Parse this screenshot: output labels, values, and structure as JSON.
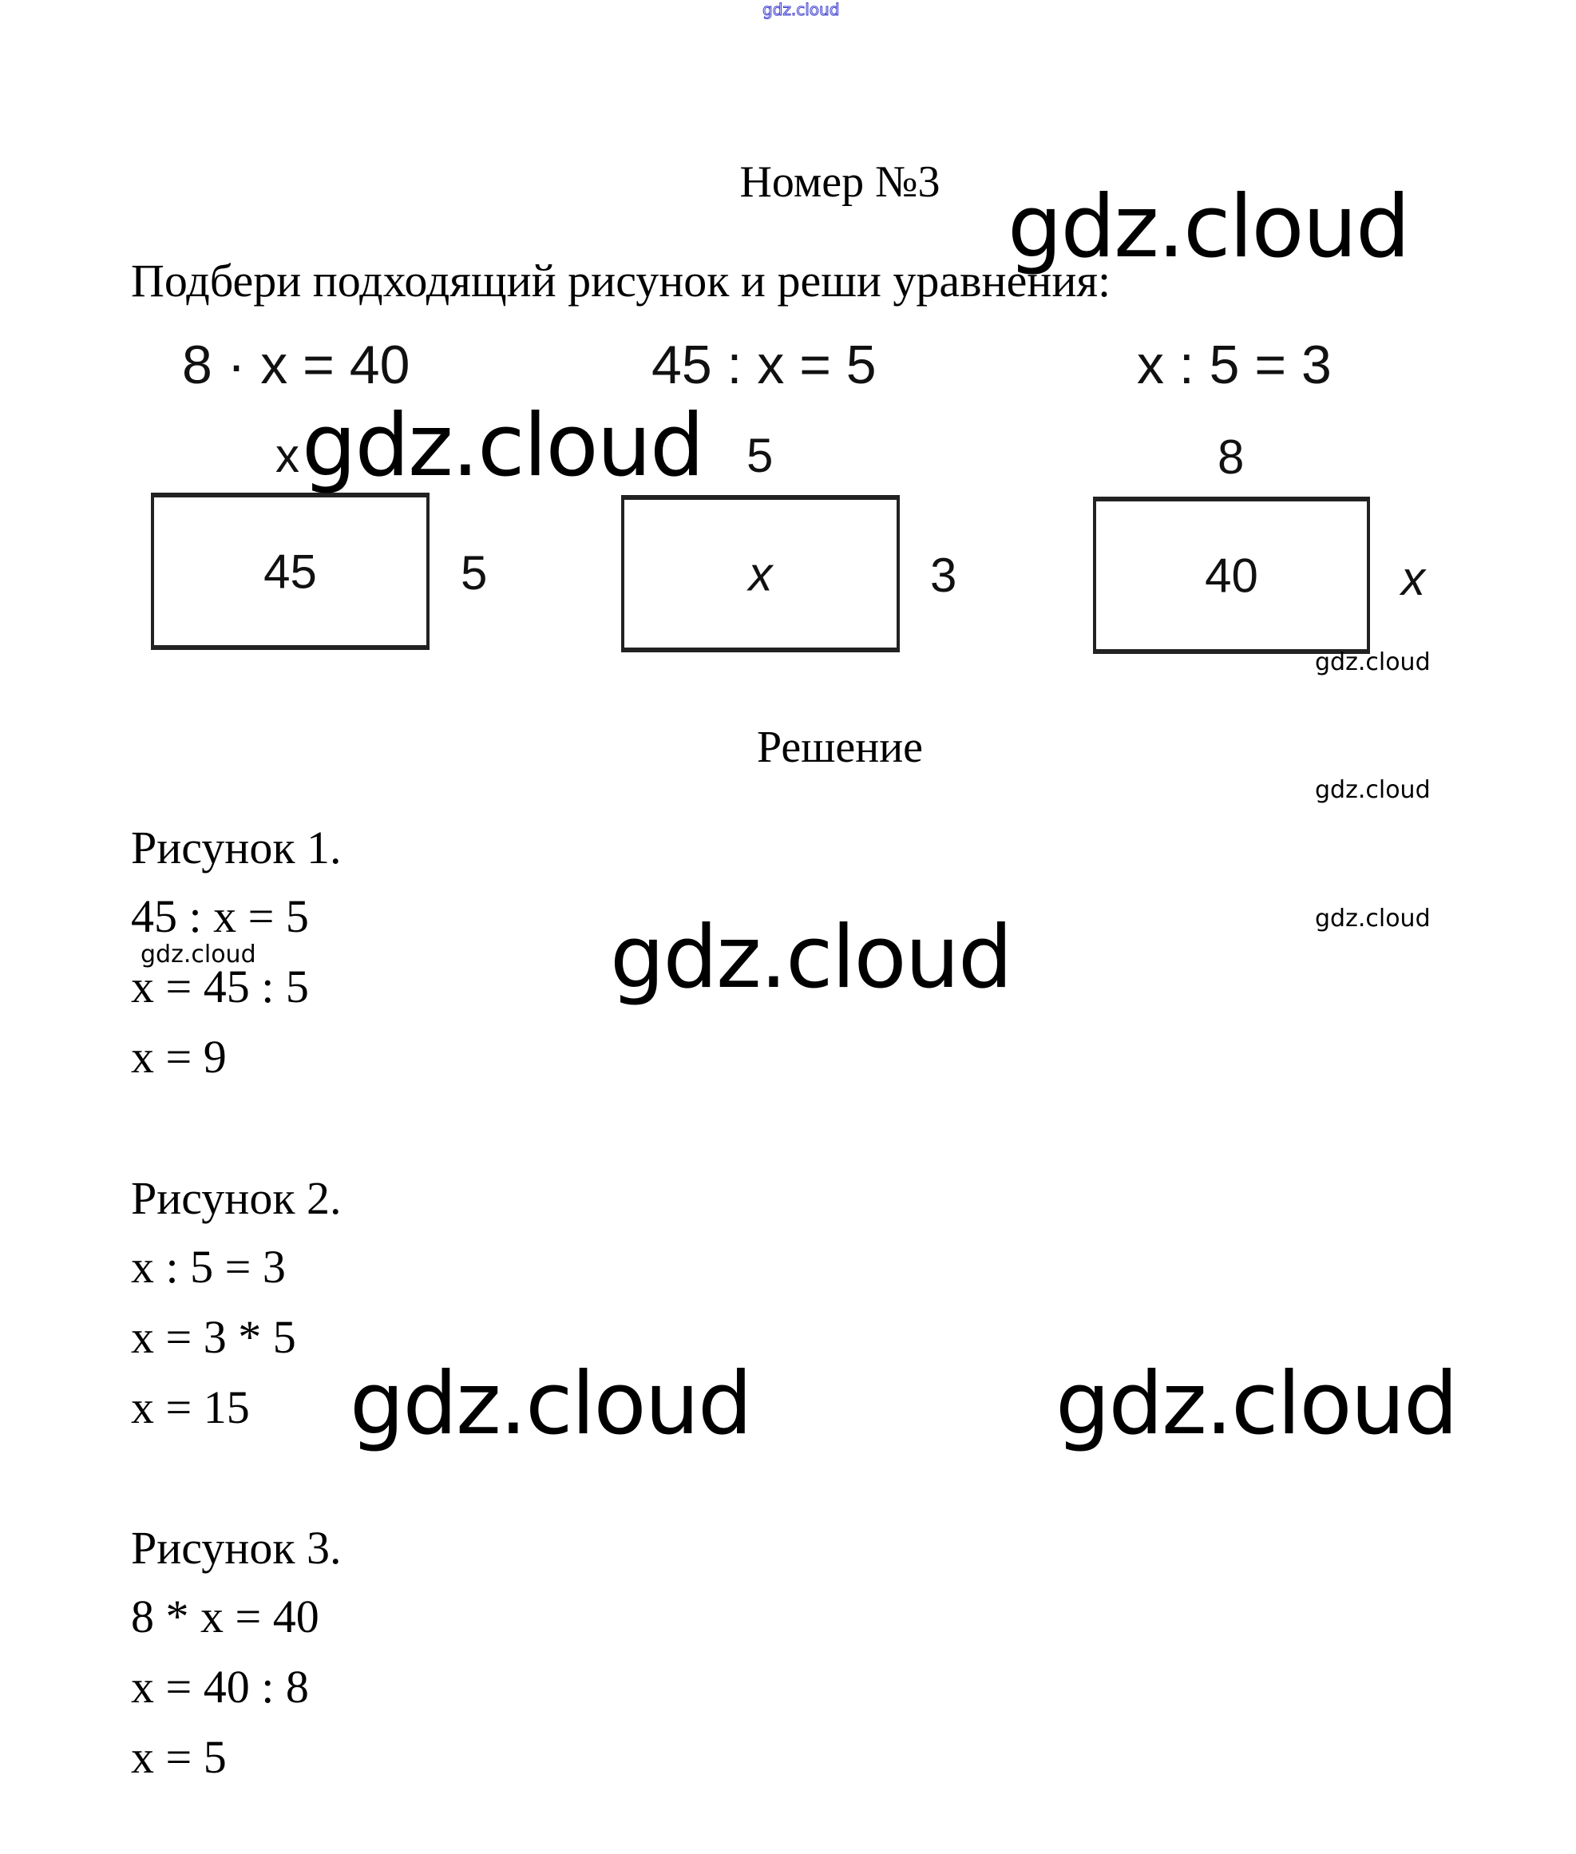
{
  "watermark": {
    "text": "gdz.cloud",
    "top_small_color": "#3b3bd0"
  },
  "header": {
    "title": "Номер №3",
    "instruction": "Подбери подходящий рисунок и реши уравнения:"
  },
  "task": {
    "equations": [
      "8 · x = 40",
      "45 : x = 5",
      "x : 5 = 3"
    ],
    "figures": [
      {
        "top_label": "x",
        "inner": "45",
        "side_label": "5"
      },
      {
        "top_label": "5",
        "inner": "x",
        "side_label": "3"
      },
      {
        "top_label": "8",
        "inner": "40",
        "side_label": "x"
      }
    ]
  },
  "solution": {
    "heading": "Решение",
    "parts": [
      {
        "title": "Рисунок 1.",
        "lines": [
          "45 : x = 5",
          "x = 45 : 5",
          "x = 9"
        ]
      },
      {
        "title": "Рисунок 2.",
        "lines": [
          "x : 5 = 3",
          "x = 3 * 5",
          "x = 15"
        ]
      },
      {
        "title": "Рисунок 3.",
        "lines": [
          "8 * x = 40",
          "x = 40 : 8",
          "x = 5"
        ]
      }
    ]
  }
}
